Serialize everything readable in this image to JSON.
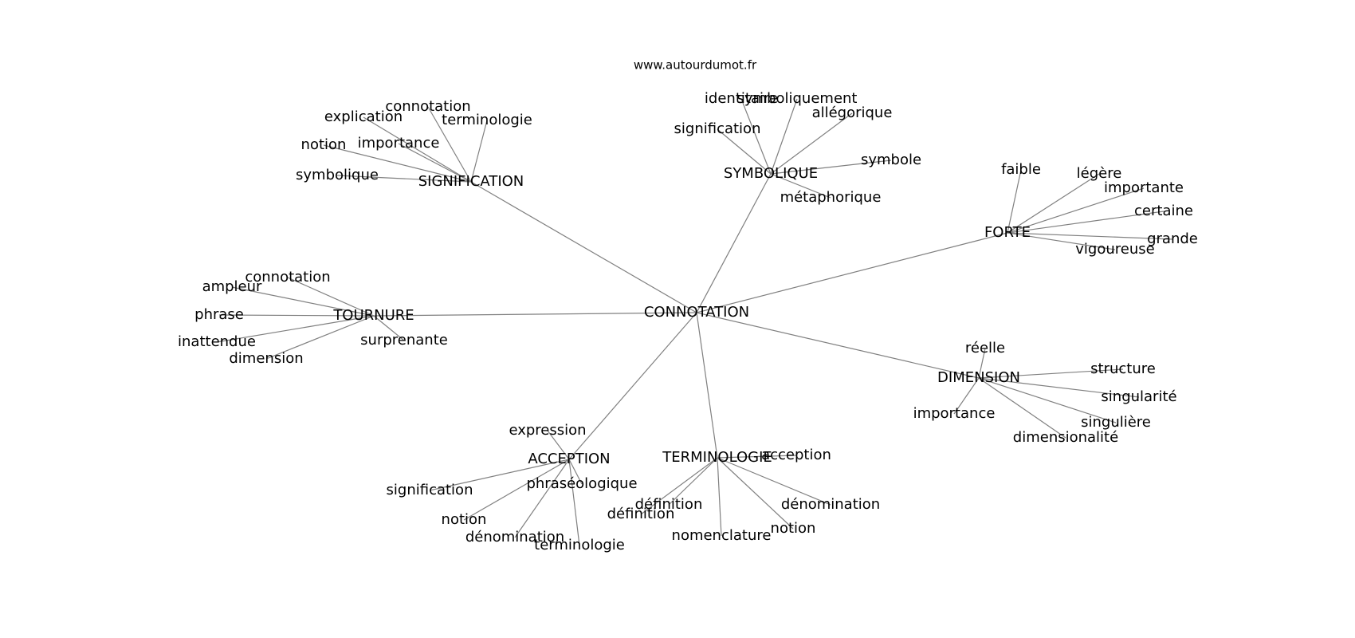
{
  "source_label": "www.autourdumot.fr",
  "colors": {
    "edge": "#808080",
    "text": "#000000",
    "background": "#ffffff"
  },
  "graph": {
    "center": "CONNOTATION",
    "clusters": [
      {
        "name": "SIGNIFICATION",
        "leaves": [
          "connotation",
          "explication",
          "terminologie",
          "importance",
          "notion",
          "symbolique"
        ]
      },
      {
        "name": "SYMBOLIQUE",
        "leaves": [
          "identitaire",
          "symboliquement",
          "allégorique",
          "signification",
          "symbole",
          "métaphorique"
        ]
      },
      {
        "name": "FORTE",
        "leaves": [
          "faible",
          "légère",
          "importante",
          "certaine",
          "grande",
          "vigoureuse"
        ]
      },
      {
        "name": "TOURNURE",
        "leaves": [
          "connotation",
          "ampleur",
          "phrase",
          "inattendue",
          "dimension",
          "surprenante"
        ]
      },
      {
        "name": "DIMENSION",
        "leaves": [
          "réelle",
          "structure",
          "singularité",
          "importance",
          "singulière",
          "dimensionalité"
        ]
      },
      {
        "name": "ACCEPTION",
        "leaves": [
          "expression",
          "signification",
          "phraséologique",
          "notion",
          "dénomination",
          "terminologie"
        ]
      },
      {
        "name": "TERMINOLOGIE",
        "leaves": [
          "acception",
          "définition",
          "définition",
          "dénomination",
          "notion",
          "nomenclature"
        ]
      }
    ]
  }
}
